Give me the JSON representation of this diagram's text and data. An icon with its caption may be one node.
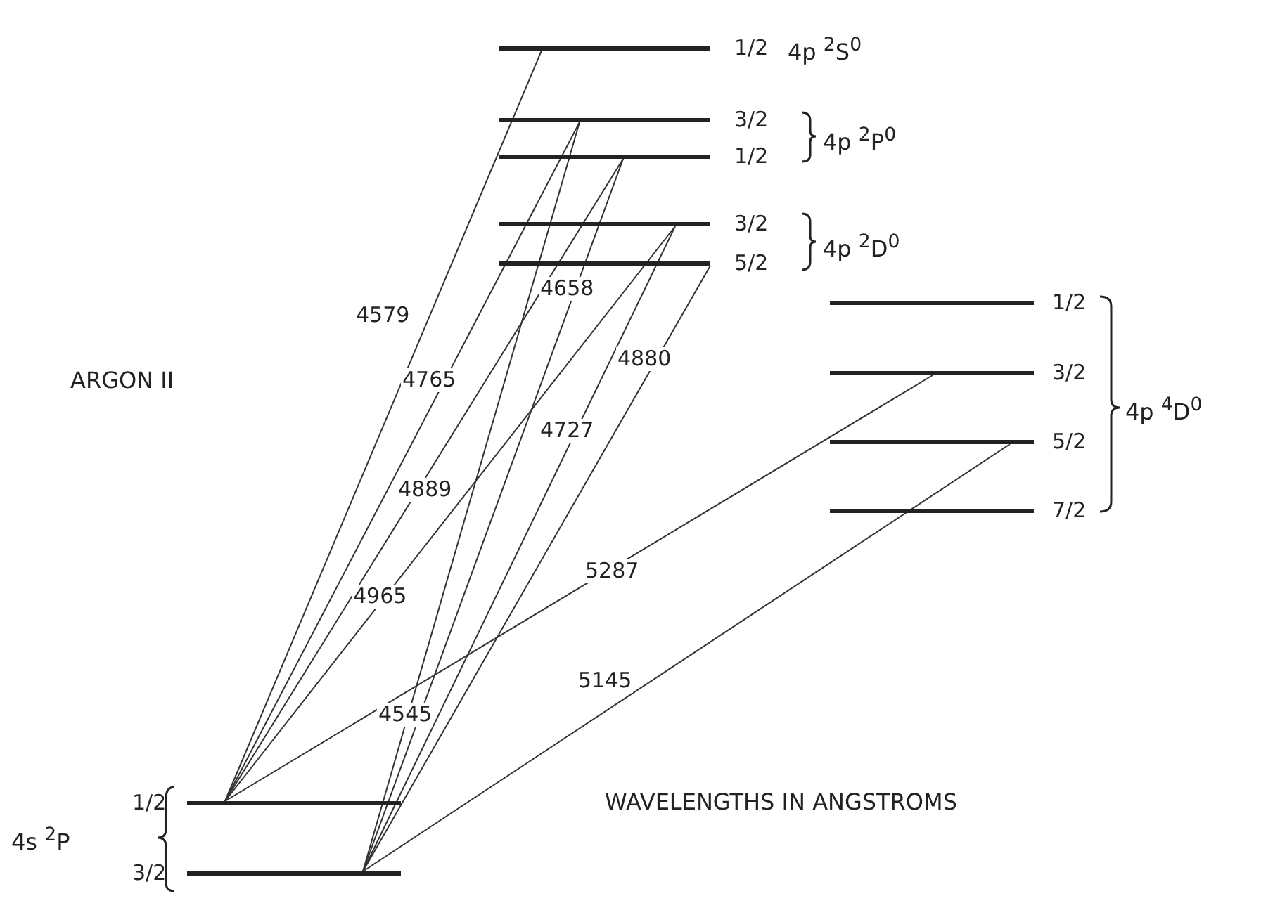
{
  "diagram": {
    "nodes": [
      {
        "text": [],
        "shape": "bar",
        "beside": [
          "1/2"
        ]
      },
      {
        "text": [],
        "shape": "bar",
        "beside": [
          "3/2"
        ]
      },
      {
        "text": [],
        "shape": "bar",
        "beside": [
          "1/2"
        ]
      },
      {
        "text": [],
        "shape": "bar",
        "beside": [
          "3/2"
        ]
      },
      {
        "text": [],
        "shape": "bar",
        "beside": [
          "5/2"
        ]
      },
      {
        "text": [],
        "shape": "bar",
        "beside": [
          "1/2"
        ]
      },
      {
        "text": [],
        "shape": "bar",
        "beside": [
          "3/2"
        ]
      },
      {
        "text": [],
        "shape": "bar",
        "beside": [
          "5/2"
        ]
      },
      {
        "text": [],
        "shape": "bar",
        "beside": [
          "7/2"
        ]
      },
      {
        "text": [],
        "shape": "bar",
        "beside": [
          "1/2"
        ]
      },
      {
        "text": [],
        "shape": "bar",
        "beside": [
          "3/2"
        ]
      }
    ],
    "edges": [
      {
        "from": 0,
        "to": 9,
        "arrow": "none",
        "label": "4579"
      },
      {
        "from": 1,
        "to": 9,
        "arrow": "none",
        "label": "4765"
      },
      {
        "from": 2,
        "to": 9,
        "arrow": "none",
        "label": "4965"
      },
      {
        "from": 3,
        "to": 9,
        "arrow": "none",
        "label": "4889"
      },
      {
        "from": 6,
        "to": 9,
        "arrow": "none",
        "label": "5287"
      },
      {
        "from": 1,
        "to": 10,
        "arrow": "none",
        "label": "4545"
      },
      {
        "from": 2,
        "to": 10,
        "arrow": "none",
        "label": "4658"
      },
      {
        "from": 3,
        "to": 10,
        "arrow": "none",
        "label": "4727"
      },
      {
        "from": 4,
        "to": 10,
        "arrow": "none",
        "label": "4880"
      },
      {
        "from": 7,
        "to": 10,
        "arrow": "none",
        "label": "5145"
      }
    ],
    "labels": [
      "4p $^{2}$S$^{0}$",
      "4p $^{2}$P$^{0}$",
      "4p $^{2}$D$^{0}$",
      "ARGON II",
      "4p $^{4}$D$^{0}$",
      "WAVELENGTHS IN ANGSTROMS",
      "4s $^{2}$P"
    ]
  }
}
